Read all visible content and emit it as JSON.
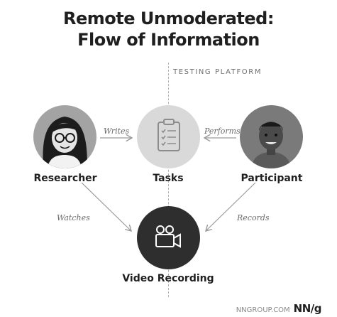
{
  "title": {
    "line1": "Remote Unmoderated:",
    "line2": "Flow of Information"
  },
  "platform_label": "TESTING PLATFORM",
  "nodes": {
    "researcher": "Researcher",
    "tasks": "Tasks",
    "participant": "Participant",
    "video": "Video Recording"
  },
  "edges": {
    "writes": "Writes",
    "performs": "Performs",
    "watches": "Watches",
    "records": "Records"
  },
  "footer": {
    "site": "NNGROUP.COM",
    "logo": "NN/g"
  }
}
